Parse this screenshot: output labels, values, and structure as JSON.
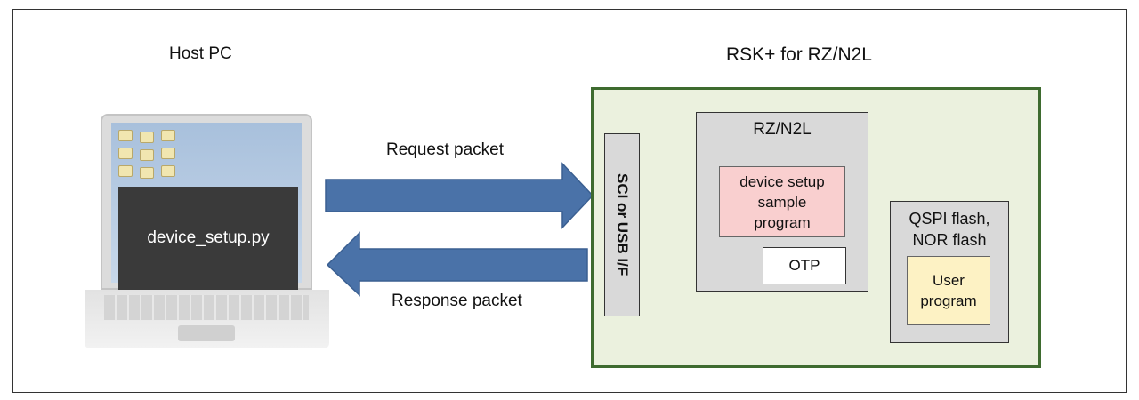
{
  "host": {
    "label": "Host PC",
    "script_name": "device_setup.py"
  },
  "arrows": {
    "request_label": "Request packet",
    "response_label": "Response packet",
    "color": "#4a72a8"
  },
  "board": {
    "title": "RSK+ for RZ/N2L",
    "interface_label": "SCI or USB I/F",
    "chip": {
      "title": "RZ/N2L",
      "program_label": "device setup\nsample\nprogram",
      "otp_label": "OTP"
    },
    "flash": {
      "title": "QSPI flash,\nNOR flash",
      "program_label": "User\nprogram"
    },
    "colors": {
      "board_fill": "#ebf1de",
      "board_border": "#3e6b2f",
      "block_fill": "#d9d9d9",
      "sample_fill": "#f9cfcf",
      "user_fill": "#fdf2c4"
    }
  }
}
